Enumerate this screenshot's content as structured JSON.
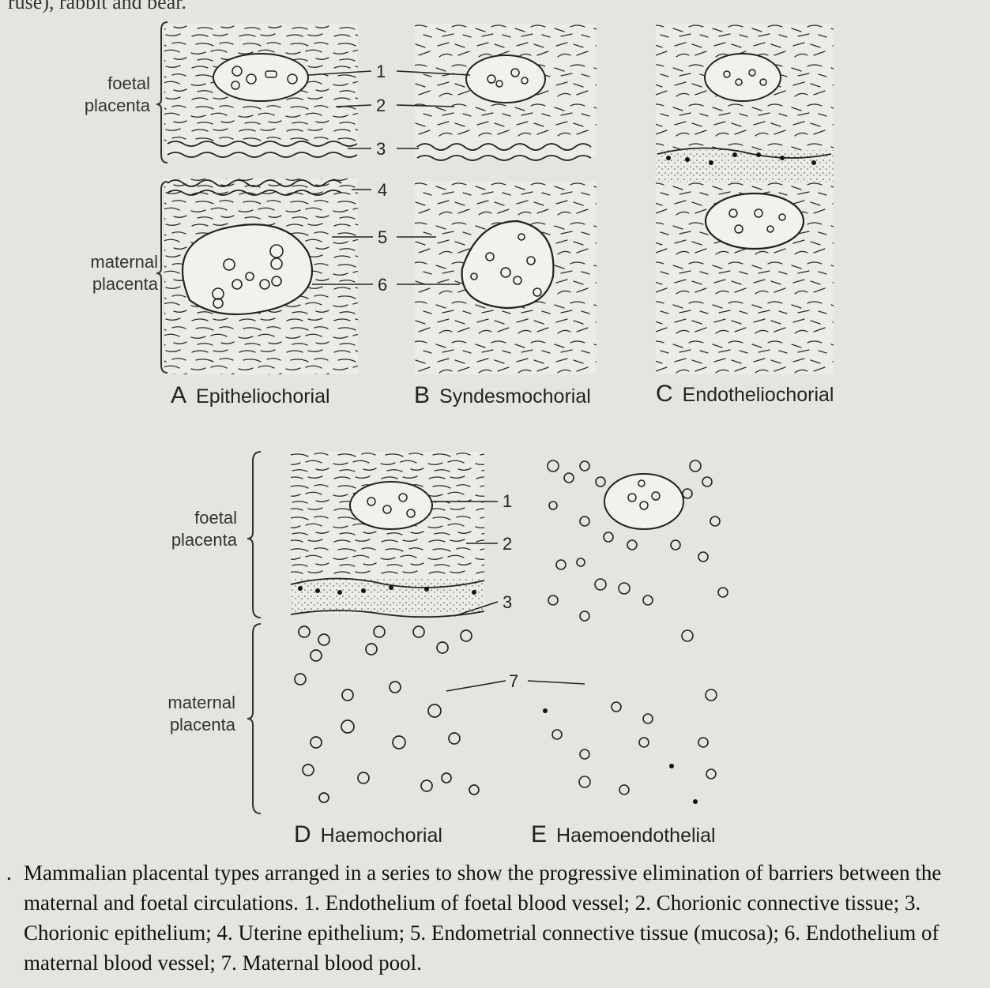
{
  "page_header_fragment": "ruse), rabbit and bear.",
  "panels": [
    {
      "letter": "A",
      "name": "Epitheliochorial"
    },
    {
      "letter": "B",
      "name": "Syndesmochorial"
    },
    {
      "letter": "C",
      "name": "Endotheliochorial"
    },
    {
      "letter": "D",
      "name": "Haemochorial"
    },
    {
      "letter": "E",
      "name": "Haemoendothelial"
    }
  ],
  "side_labels": {
    "top_foetal": [
      "foetal",
      "placenta"
    ],
    "top_maternal": [
      "maternal",
      "placenta"
    ],
    "bottom_foetal": [
      "foetal",
      "placenta"
    ],
    "bottom_maternal": [
      "maternal",
      "placenta"
    ]
  },
  "numbers_top": [
    "1",
    "2",
    "3",
    "4",
    "5",
    "6"
  ],
  "numbers_bottom": [
    "1",
    "2",
    "3",
    "7"
  ],
  "caption": {
    "bullet": ".",
    "text": "Mammalian placental types arranged in a series to show the progressive elimination of barriers between the maternal and foetal circulations. 1. Endothelium of foetal blood vessel; 2. Chorionic connective tissue; 3. Chorionic epithelium; 4. Uterine epithelium; 5. Endometrial connective tissue (mucosa); 6. Endothelium of maternal blood vessel; 7. Maternal blood pool."
  }
}
